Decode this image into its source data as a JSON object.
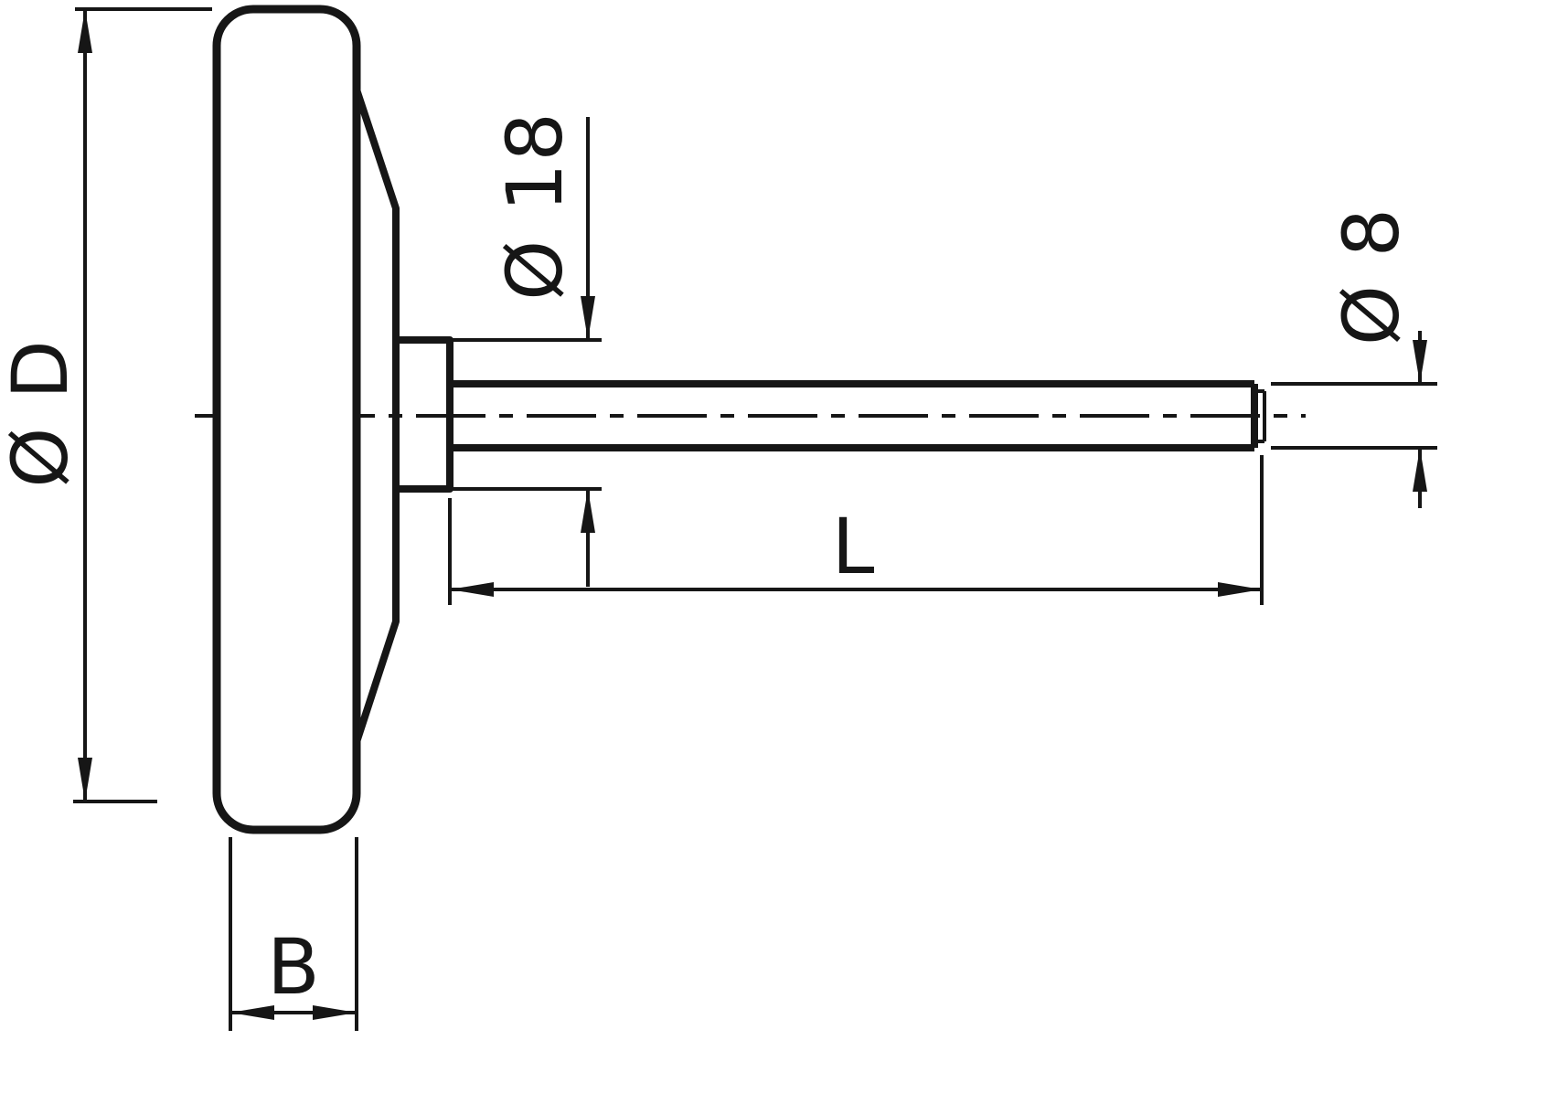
{
  "drawing": {
    "kind": "technical-dimension-drawing",
    "subject": "bimetal-thermometer-side-view",
    "colors": {
      "line": "#161616",
      "background": "#ffffff"
    },
    "labels": {
      "dial_diameter": "Ø D",
      "neck_diameter": "Ø 18",
      "stem_diameter": "Ø 8",
      "stem_length": "L",
      "case_depth": "B"
    }
  }
}
